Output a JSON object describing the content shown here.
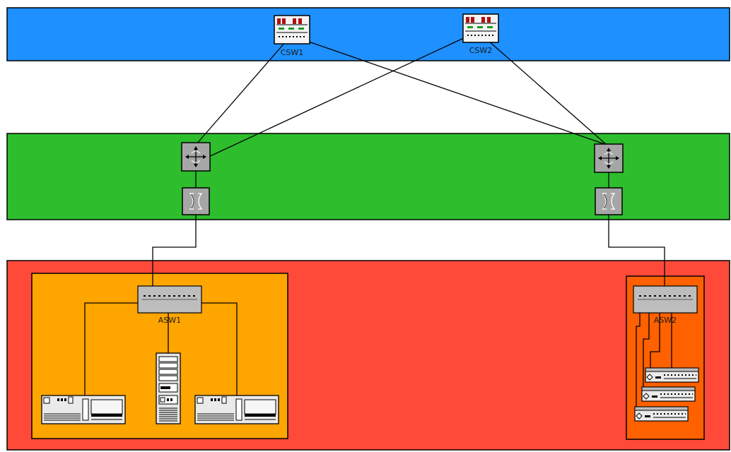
{
  "diagram": {
    "colors": {
      "core_band": "#1e90ff",
      "distribution_band": "#2dbd2d",
      "access_band": "#ff4a3a",
      "access_group_left": "#ffa500",
      "access_group_right": "#ff6000",
      "device_gray": "#a6a6a6",
      "line": "#000000"
    },
    "core_switches": [
      {
        "id": "csw1",
        "label": "CSW1"
      },
      {
        "id": "csw2",
        "label": "CSW2"
      }
    ],
    "access_switches": [
      {
        "id": "asw1",
        "label": "ASW1"
      },
      {
        "id": "asw2",
        "label": "ASW2"
      }
    ],
    "icons": {
      "router": "router-icon",
      "firewall": "firewall-switch-icon",
      "core_switch": "core-switch-icon",
      "access_switch": "access-switch-icon",
      "desktop": "desktop-computer-icon",
      "tower": "tower-server-icon",
      "rack_unit": "rack-server-icon"
    }
  }
}
